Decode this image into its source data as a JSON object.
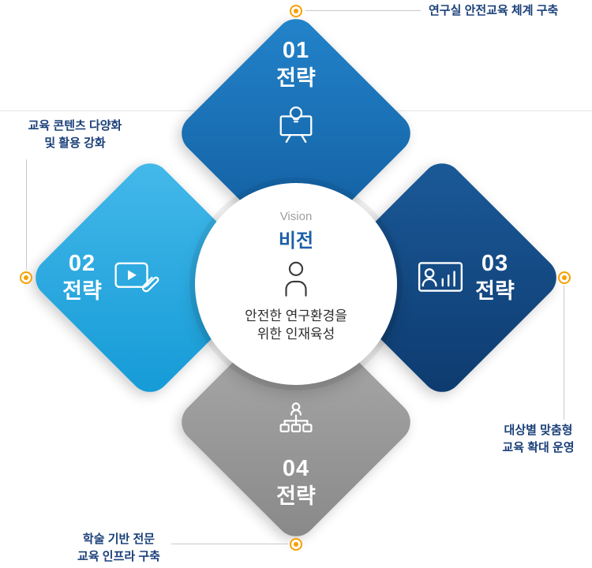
{
  "diagram": {
    "accent_color": "#f6a000",
    "center": {
      "vision_label_en": "Vision",
      "vision_label_ko": "비전",
      "statement_line1": "안전한 연구환경을",
      "statement_line2": "위한 인재육성"
    },
    "strategies": [
      {
        "number": "01",
        "label": "전략",
        "position": "top",
        "icon": "presentation-idea-icon",
        "color": "#1b6fb6"
      },
      {
        "number": "02",
        "label": "전략",
        "position": "left",
        "icon": "video-media-clip-icon",
        "color": "#2aa9e0"
      },
      {
        "number": "03",
        "label": "전략",
        "position": "right",
        "icon": "audience-analytics-icon",
        "color": "#114a85"
      },
      {
        "number": "04",
        "label": "전략",
        "position": "bottom",
        "icon": "org-hierarchy-icon",
        "color": "#9b9b9b"
      }
    ],
    "callouts": {
      "top": {
        "text": "연구실 안전교육 체계 구축"
      },
      "left": {
        "line1": "교육 콘텐츠 다양화",
        "line2": "및 활용 강화"
      },
      "right": {
        "line1": "대상별 맞춤형",
        "line2": "교육 확대 운영"
      },
      "bottom": {
        "line1": "학술 기반 전문",
        "line2": "교육 인프라 구축"
      }
    }
  }
}
